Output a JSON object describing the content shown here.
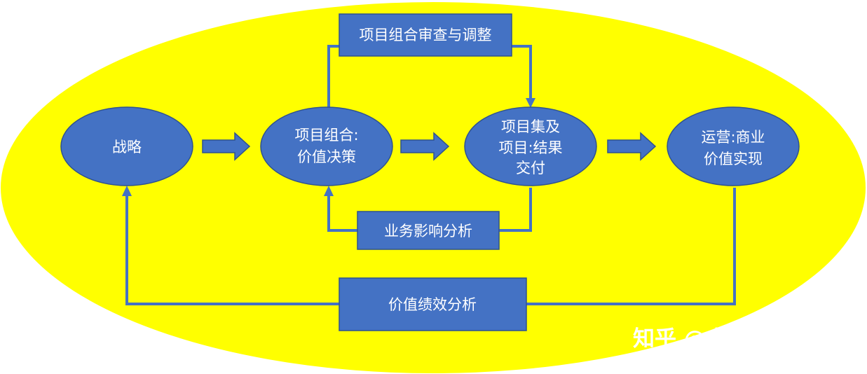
{
  "colors": {
    "background_ellipse": "#ffff00",
    "node_fill": "#4472c4",
    "node_stroke": "#2f528f",
    "connector": "#4472c4",
    "text": "#ffffff"
  },
  "nodes": {
    "strategy": "战略",
    "portfolio_line1": "项目组合:",
    "portfolio_line2": "价值决策",
    "delivery_line1": "项目集及",
    "delivery_line2": "项目:结果",
    "delivery_line3": "交付",
    "operations_line1": "运营:商业",
    "operations_line2": "价值实现"
  },
  "boxes": {
    "review": "项目组合审查与调整",
    "impact": "业务影响分析",
    "performance": "价值绩效分析"
  },
  "watermark": "知乎 @小草爱思考"
}
